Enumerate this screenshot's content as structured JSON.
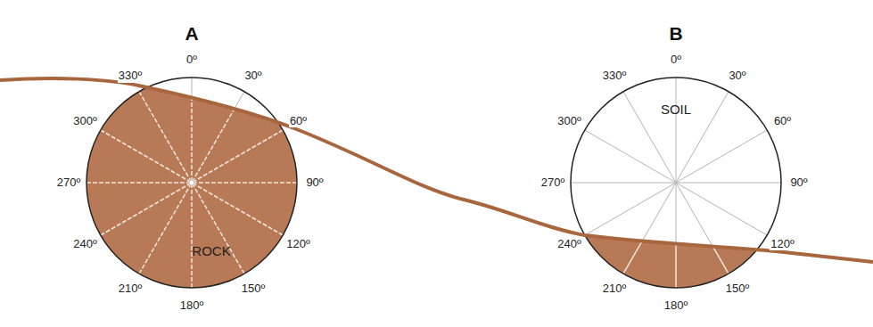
{
  "diagram": {
    "nodes": [
      {
        "text": [
          "A",
          "ROCK"
        ]
      },
      {
        "text": [
          "B",
          "SOIL"
        ]
      }
    ],
    "labels": [
      "0º",
      "30º",
      "60º",
      "90º",
      "120º",
      "150º",
      "180º",
      "210º",
      "240º",
      "270º",
      "300º",
      "330º",
      "0º",
      "30º",
      "60º",
      "90º",
      "120º",
      "150º",
      "180º",
      "210º",
      "240º",
      "270º",
      "300º",
      "330º"
    ]
  }
}
